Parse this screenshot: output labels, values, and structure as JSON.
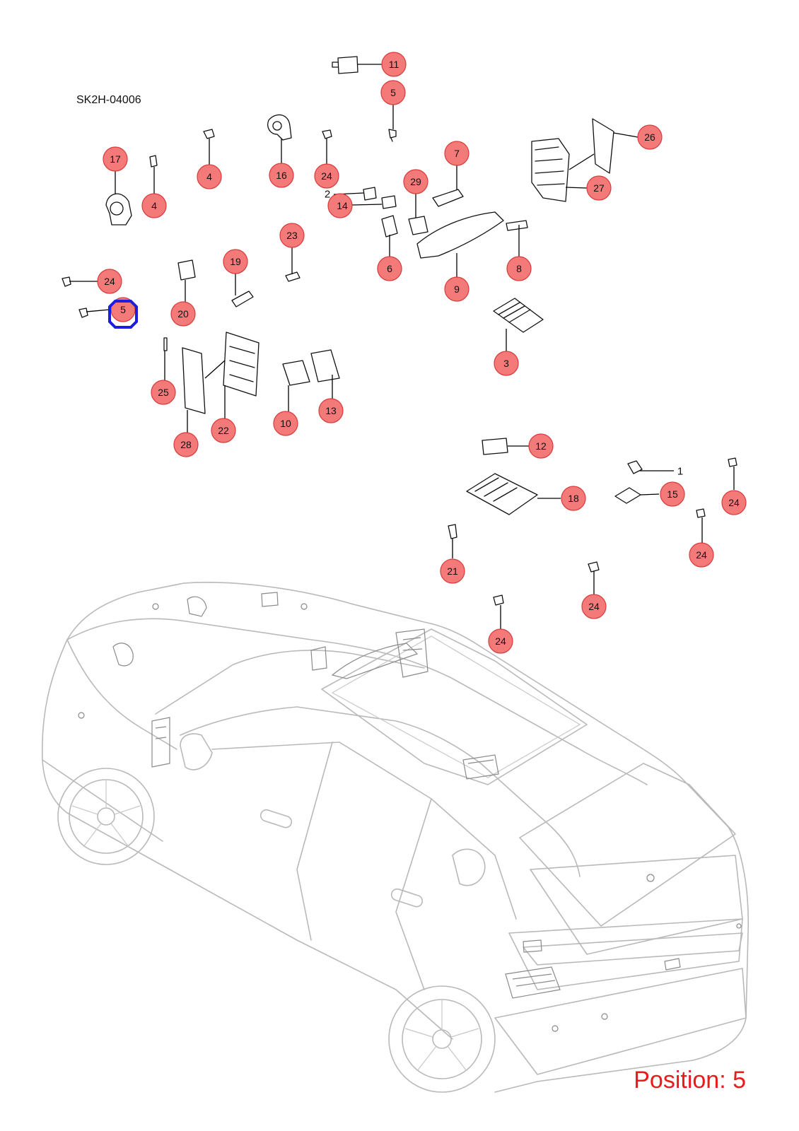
{
  "diagram_code": "SK2H-04006",
  "position_label": "Position: 5",
  "highlight_color": "#1d1de0",
  "callout_fill": "#f47a7a",
  "callouts": [
    {
      "label": "11"
    },
    {
      "label": "5"
    },
    {
      "label": "26"
    },
    {
      "label": "17"
    },
    {
      "label": "4"
    },
    {
      "label": "16"
    },
    {
      "label": "24"
    },
    {
      "label": "7"
    },
    {
      "label": "27"
    },
    {
      "label": "4"
    },
    {
      "label": "29"
    },
    {
      "label": "14"
    },
    {
      "label": "23"
    },
    {
      "label": "6"
    },
    {
      "label": "8"
    },
    {
      "label": "19"
    },
    {
      "label": "24"
    },
    {
      "label": "9"
    },
    {
      "label": "5"
    },
    {
      "label": "20"
    },
    {
      "label": "3"
    },
    {
      "label": "25"
    },
    {
      "label": "13"
    },
    {
      "label": "10"
    },
    {
      "label": "22"
    },
    {
      "label": "28"
    },
    {
      "label": "12"
    },
    {
      "label": "15"
    },
    {
      "label": "24"
    },
    {
      "label": "18"
    },
    {
      "label": "24"
    },
    {
      "label": "21"
    },
    {
      "label": "24"
    },
    {
      "label": "24"
    }
  ],
  "plain_labels": [
    "2",
    "1"
  ]
}
